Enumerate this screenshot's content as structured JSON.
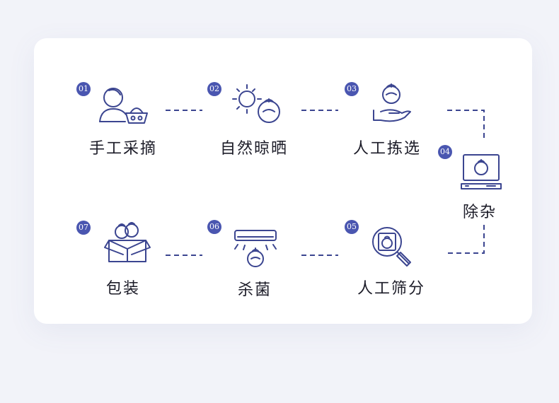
{
  "steps": [
    {
      "num": "01",
      "label": "手工采摘",
      "icon": "picker-basket-icon"
    },
    {
      "num": "02",
      "label": "自然晾晒",
      "icon": "sun-tomato-icon"
    },
    {
      "num": "03",
      "label": "人工拣选",
      "icon": "hand-tomato-icon"
    },
    {
      "num": "04",
      "label": "除杂",
      "icon": "laptop-tomato-icon"
    },
    {
      "num": "05",
      "label": "人工筛分",
      "icon": "magnifier-tomato-icon"
    },
    {
      "num": "06",
      "label": "杀菌",
      "icon": "air-conditioner-tomato-icon"
    },
    {
      "num": "07",
      "label": "包装",
      "icon": "box-tomato-icon"
    }
  ],
  "colors": {
    "accent": "#4a56b0",
    "line": "#3b4590",
    "card": "#ffffff",
    "background": "#f2f3f9"
  }
}
